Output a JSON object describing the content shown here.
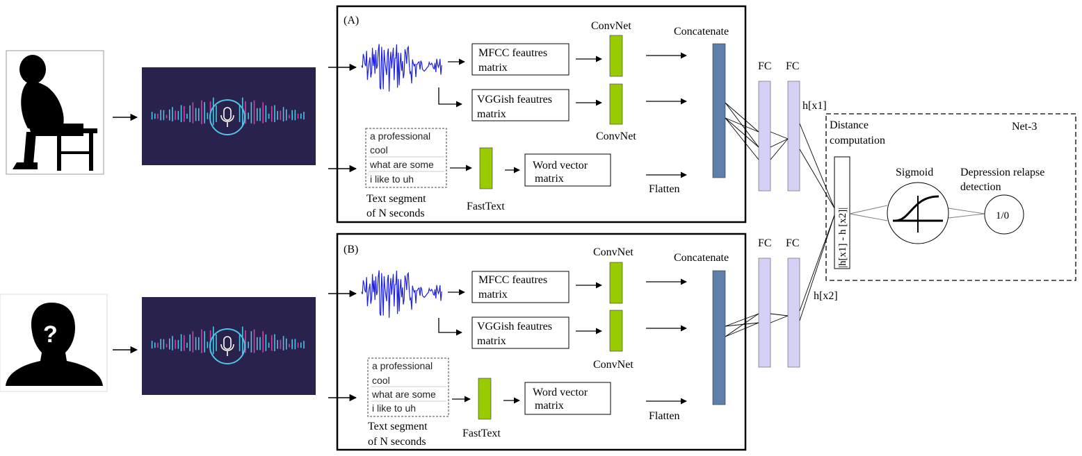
{
  "panels": [
    {
      "id": "A",
      "tag": "(A)",
      "mfcc": [
        "MFCC feautres",
        "matrix"
      ],
      "vggish": [
        "VGGish feautres",
        "matrix"
      ],
      "convnet_top": "ConvNet",
      "convnet_bottom": "ConvNet",
      "concatenate": "Concatenate",
      "transcript": [
        "a professional",
        "cool",
        "what are some",
        "i like to uh"
      ],
      "text_segment": [
        "Text segment",
        "of N seconds"
      ],
      "fasttext": "FastText",
      "word_vector": [
        "Word vector",
        "matrix"
      ],
      "flatten": "Flatten"
    },
    {
      "id": "B",
      "tag": "(B)",
      "mfcc": [
        "MFCC feautres",
        "matrix"
      ],
      "vggish": [
        "VGGish feautres",
        "matrix"
      ],
      "convnet_top": "ConvNet",
      "convnet_bottom": "ConvNet",
      "concatenate": "Concatenate",
      "transcript": [
        "a professional",
        "cool",
        "what are some",
        "i like to uh"
      ],
      "text_segment": [
        "Text segment",
        "of N seconds"
      ],
      "fasttext": "FastText",
      "word_vector": [
        "Word vector",
        "matrix"
      ],
      "flatten": "Flatten"
    }
  ],
  "fc": {
    "label": "FC",
    "h1": "h[x1]",
    "h2": "h[x2]"
  },
  "net3": {
    "label": "Net-3",
    "distance": [
      "Distance",
      "computation"
    ],
    "distance_formula": "|h[x1] - h [x2]|",
    "sigmoid": "Sigmoid",
    "output_label": [
      "Depression relapse",
      "detection"
    ],
    "output_value": "1/0"
  },
  "colors": {
    "convnet_fill": "#99CC00",
    "concat_fill": "#5D7FA9",
    "fc_fill": "#D4D0F6",
    "waveform": "#1B1FE0",
    "audio_bg": "#28224D",
    "audio_bars": "#4FC3E6",
    "audio_bars_pink": "#D43FA7",
    "silhouette": "#000000"
  },
  "icons": {
    "person_a": "depressed-person-silhouette-icon",
    "person_b": "unknown-person-silhouette-icon",
    "audio": "microphone-audio-wave-icon"
  }
}
